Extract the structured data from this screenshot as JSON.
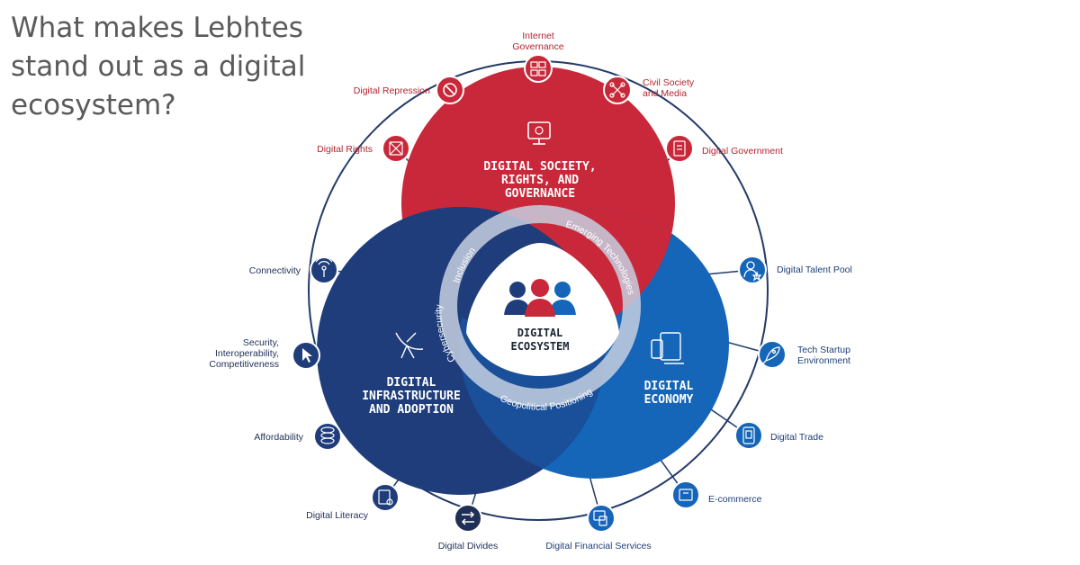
{
  "heading": "What makes Lebhtes stand out as a digital ecosystem?",
  "center": {
    "line1": "DIGITAL",
    "line2": "ECOSYSTEM"
  },
  "circles": {
    "society": {
      "line1": "DIGITAL SOCIETY,",
      "line2": "RIGHTS, AND",
      "line3": "GOVERNANCE",
      "color": "#c8283a"
    },
    "infrastructure": {
      "line1": "DIGITAL",
      "line2": "INFRASTRUCTURE",
      "line3": "AND ADOPTION",
      "color": "#1f3d7a"
    },
    "economy": {
      "line1": "DIGITAL",
      "line2": "ECONOMY",
      "color": "#1565b8"
    }
  },
  "ring_labels": {
    "inclusion": "Inclusion",
    "emerging": "Emerging Technologies",
    "cyber": "Cybersecurity",
    "geopolitical": "Geopolitical Positioning"
  },
  "nodes": {
    "internet_governance": {
      "line1": "Internet",
      "line2": "Governance",
      "icon": "screens-icon"
    },
    "civil_society": {
      "line1": "Civil Society",
      "line2": "and Media",
      "icon": "network-icon"
    },
    "digital_government": {
      "label": "Digital Government",
      "icon": "document-icon"
    },
    "digital_repression": {
      "label": "Digital Repression",
      "icon": "prohibited-icon"
    },
    "digital_rights": {
      "label": "Digital Rights",
      "icon": "shield-icon"
    },
    "connectivity": {
      "label": "Connectivity",
      "icon": "signal-icon"
    },
    "security": {
      "line1": "Security,",
      "line2": "Interoperability,",
      "line3": "Competitiveness",
      "icon": "cursor-icon"
    },
    "affordability": {
      "label": "Affordability",
      "icon": "coins-icon"
    },
    "digital_literacy": {
      "label": "Digital Literacy",
      "icon": "tablet-icon"
    },
    "digital_divides": {
      "label": "Digital Divides",
      "icon": "arrows-icon"
    },
    "digital_financial": {
      "label": "Digital Financial Services",
      "icon": "payment-icon"
    },
    "ecommerce": {
      "label": "E-commerce",
      "icon": "cart-icon"
    },
    "digital_trade": {
      "label": "Digital Trade",
      "icon": "phone-icon"
    },
    "tech_startup": {
      "line1": "Tech Startup",
      "line2": "Environment",
      "icon": "rocket-icon"
    },
    "talent_pool": {
      "label": "Digital Talent Pool",
      "icon": "person-icon"
    }
  }
}
